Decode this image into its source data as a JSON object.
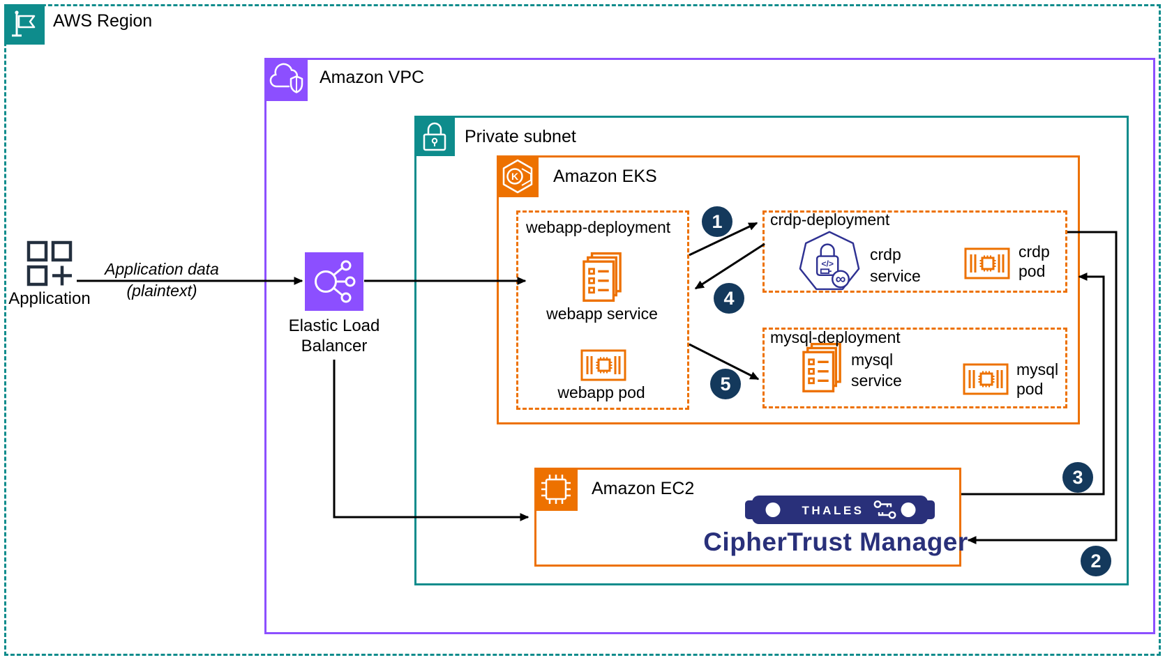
{
  "colors": {
    "region_teal": "#0e8c8c",
    "vpc_purple": "#8C4FFF",
    "aws_orange": "#ED7100",
    "badge_navy": "#14395c",
    "thales_navy": "#29307a",
    "crdp_icon_navy": "#2e3192",
    "application_dark": "#232f3e",
    "arrow_black": "#000000"
  },
  "region": {
    "label": "AWS Region"
  },
  "vpc": {
    "label": "Amazon VPC"
  },
  "subnet": {
    "label": "Private subnet"
  },
  "eks": {
    "label": "Amazon EKS"
  },
  "deployments": {
    "webapp": {
      "title": "webapp-deployment",
      "service_label": "webapp service",
      "pod_label": "webapp pod"
    },
    "crdp": {
      "title": "crdp-deployment",
      "service_line1": "crdp",
      "service_line2": "service",
      "pod_line1": "crdp",
      "pod_line2": "pod"
    },
    "mysql": {
      "title": "mysql-deployment",
      "service_line1": "mysql",
      "service_line2": "service",
      "pod_line1": "mysql",
      "pod_line2": "pod"
    }
  },
  "ec2": {
    "label": "Amazon EC2",
    "brand": "THALES",
    "product": "CipherTrust Manager"
  },
  "elb": {
    "line1": "Elastic Load",
    "line2": "Balancer"
  },
  "application": {
    "label": "Application"
  },
  "flow": {
    "line1": "Application data",
    "line2": "(plaintext)"
  },
  "icons": {
    "eks_letter": "K",
    "crdp_code": "</>",
    "crdp_infinity": "∞"
  },
  "steps": {
    "s1": "1",
    "s2": "2",
    "s3": "3",
    "s4": "4",
    "s5": "5"
  }
}
